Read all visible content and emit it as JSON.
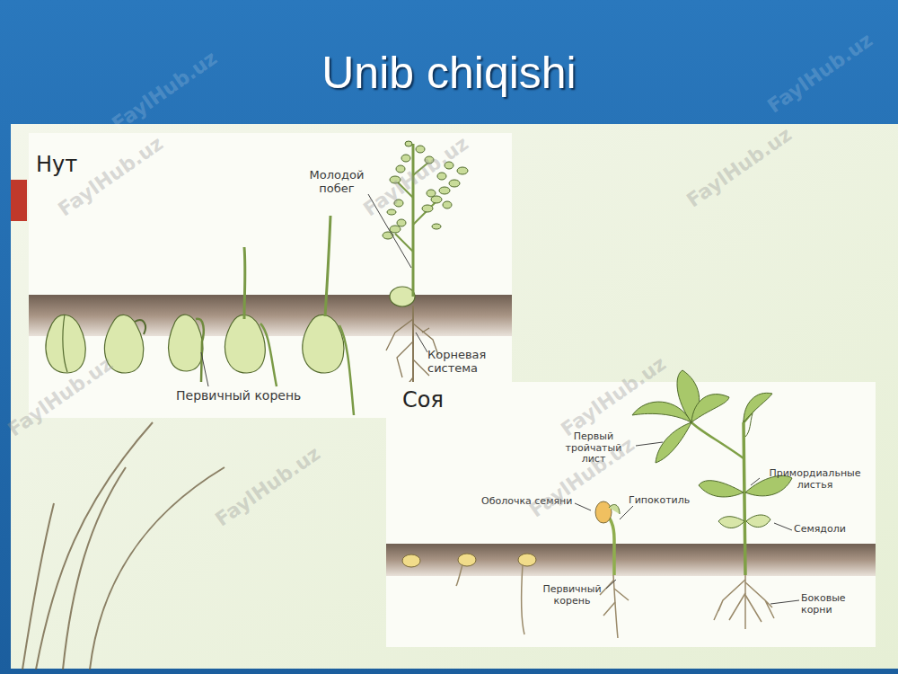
{
  "diagram": {
    "title": "Unib chiqishi",
    "labels": [
      "Нут",
      "Молодой побег",
      "Корневая система",
      "Первичный корень",
      "Соя",
      "Первый тройчатый лист",
      "Оболочка семяни",
      "Гипокотиль",
      "Примордиальные листья",
      "Семядоли",
      "Первичный корень",
      "Боковые корни",
      "FaylHub.uz",
      "FaylHub.uz",
      "FaylHub.uz",
      "FaylHub.uz",
      "FaylHub.uz",
      "FaylHub.uz",
      "FaylHub.uz",
      "FaylHub.uz",
      "FaylHub.uz"
    ]
  }
}
